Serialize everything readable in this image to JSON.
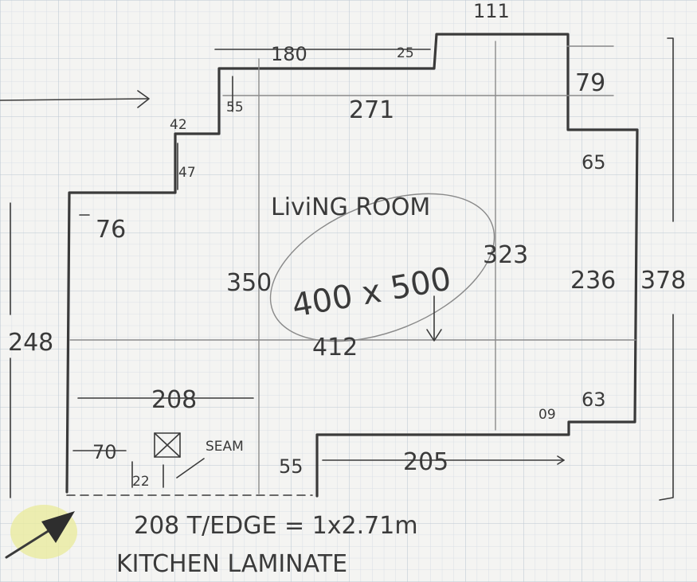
{
  "dimensions": {
    "d_111": "111",
    "d_180": "180",
    "d_25": "25",
    "d_79": "79",
    "d_55_top": "55",
    "d_271": "271",
    "d_42": "42",
    "d_47": "47",
    "d_65": "65",
    "d_76": "76",
    "d_350": "350",
    "d_323": "323",
    "d_236": "236",
    "d_378": "378",
    "d_248": "248",
    "d_412": "412",
    "d_208": "208",
    "d_63": "63",
    "d_9": "09",
    "d_70": "70",
    "d_22": "22",
    "d_55_bottom": "55",
    "d_205": "205"
  },
  "labels": {
    "room_name": "LiviNG ROOM",
    "room_size": "400 x 500",
    "seam": "SEAM",
    "note_line": "208 T/EDGE = 1x2.71m",
    "note_kitchen": "KITCHEN LAMINATE"
  },
  "colors": {
    "paper": "#f4f4f2",
    "grid": "#c9d3dc",
    "pencil": "#3a3a3a",
    "highlight": "#e9eb9a"
  }
}
